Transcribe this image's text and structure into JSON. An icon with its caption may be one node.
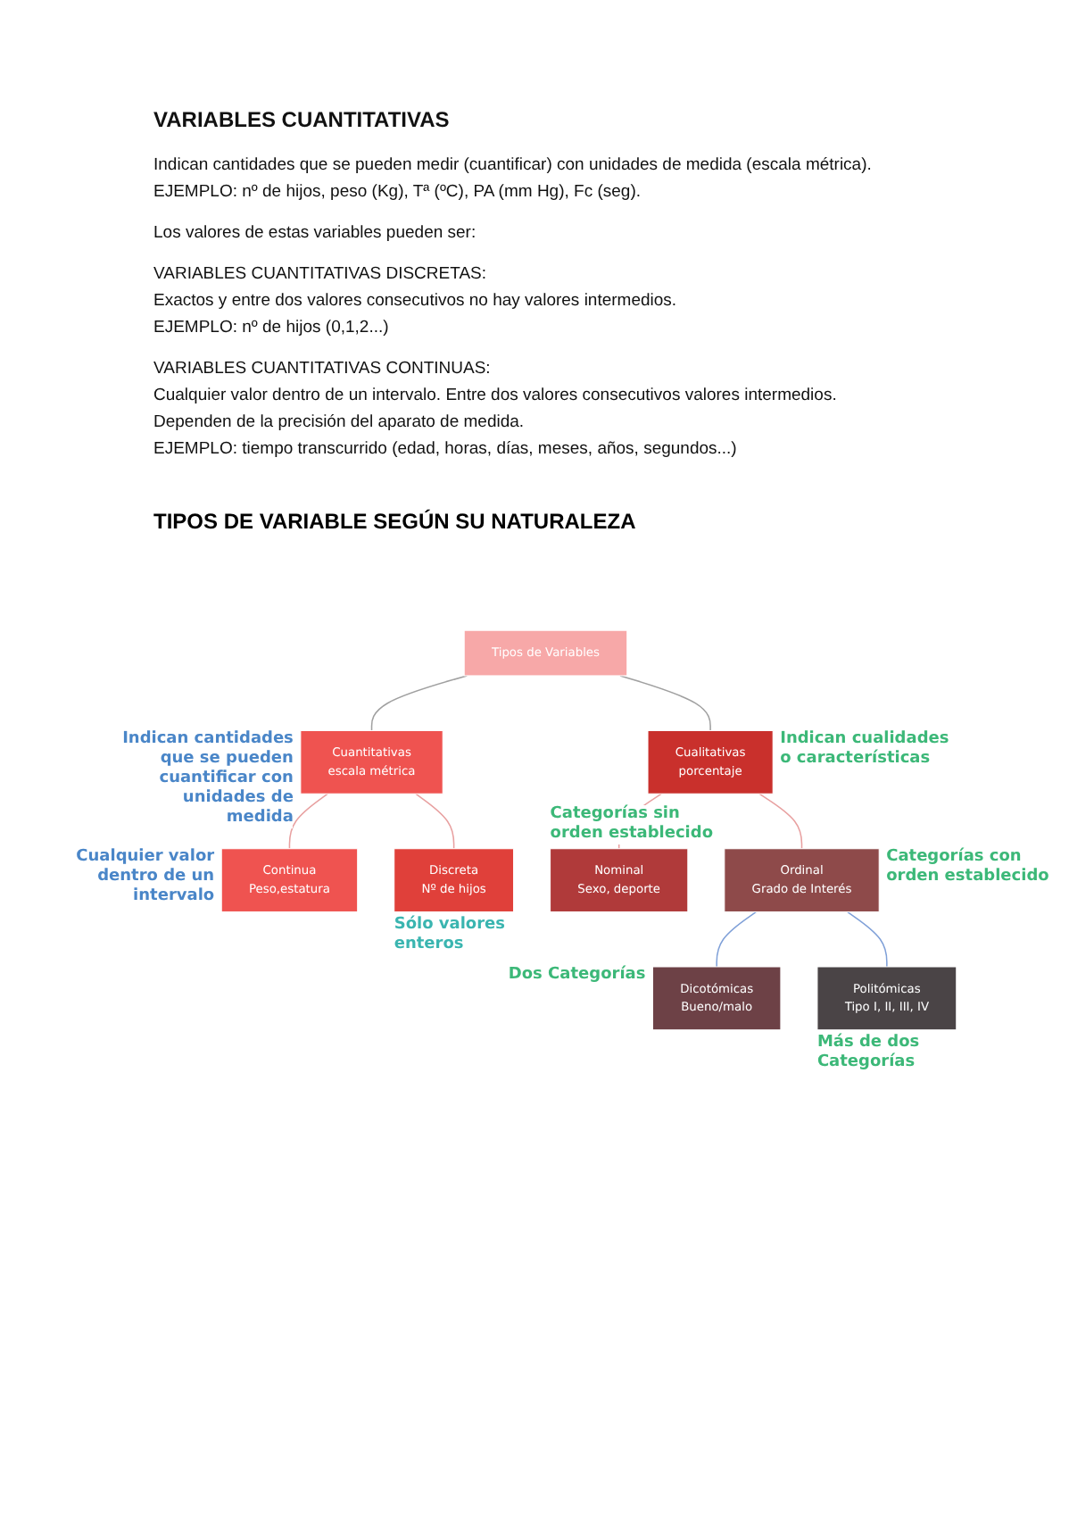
{
  "diagram": {
    "title": "TIPOS DE VARIABLE SEGÚN SU NATURALEZA",
    "nodes": [
      {
        "text": [
          "Tipos de Variables"
        ]
      },
      {
        "text": [
          "Cuantitativas",
          "escala métrica"
        ],
        "beside": [
          "Indican cantidades que se pueden cuantificar con unidades de medida"
        ]
      },
      {
        "text": [
          "Cualitativas",
          "porcentaje"
        ],
        "beside": [
          "Indican cualidades o características"
        ]
      },
      {
        "text": [
          "Continua",
          "Peso,estatura"
        ],
        "beside": [
          "Cualquier valor dentro de un intervalo"
        ]
      },
      {
        "text": [
          "Discreta",
          "Nº de hijos"
        ],
        "beside": [
          "Sólo valores enteros"
        ]
      },
      {
        "text": [
          "Nominal",
          "Sexo, deporte"
        ],
        "beside": [
          "Categorías sin orden establecido"
        ]
      },
      {
        "text": [
          "Ordinal",
          "Grado de Interés"
        ],
        "beside": [
          "Categorías con orden establecido"
        ]
      },
      {
        "text": [
          "Dicotómicas",
          "Bueno/malo"
        ],
        "beside": [
          "Dos Categorías"
        ]
      },
      {
        "text": [
          "Politómicas",
          "Tipo I, II, III, IV"
        ],
        "beside": [
          "Más de dos Categorías"
        ]
      }
    ],
    "edges": [
      {
        "from": 0,
        "to": 1,
        "arrow": "none",
        "color": "#a0a0a0"
      },
      {
        "from": 0,
        "to": 2,
        "arrow": "none",
        "color": "#a0a0a0"
      },
      {
        "from": 1,
        "to": 3,
        "arrow": "none"
      },
      {
        "from": 1,
        "to": 4,
        "arrow": "none"
      },
      {
        "from": 2,
        "to": 5,
        "arrow": "none"
      },
      {
        "from": 2,
        "to": 6,
        "arrow": "none"
      },
      {
        "from": 6,
        "to": 7,
        "arrow": "none",
        "color": "#7fa0d8"
      },
      {
        "from": 6,
        "to": 8,
        "arrow": "none",
        "color": "#7fa0d8"
      }
    ],
    "labels": [
      "VARIABLES CUANTITATIVAS",
      "Indican cantidades que se pueden medir (cuantificar) con unidades de medida (escala métrica).",
      "EJEMPLO: nº de hijos, peso (Kg), Tª (ºC), PA (mm Hg), Fc (seg).",
      "Los valores de estas variables pueden ser:",
      "VARIABLES CUANTITATIVAS DISCRETAS:",
      "Exactos y entre dos valores consecutivos no hay valores intermedios.",
      "EJEMPLO: nº de hijos (0,1,2...)",
      "VARIABLES CUANTITATIVAS CONTINUAS:",
      "Cualquier valor dentro de un intervalo. Entre dos valores consecutivos valores intermedios.",
      "Dependen de la precisión del aparato de medida.",
      "EJEMPLO: tiempo transcurrido (edad, horas, días, meses, años, segundos...)"
    ]
  }
}
